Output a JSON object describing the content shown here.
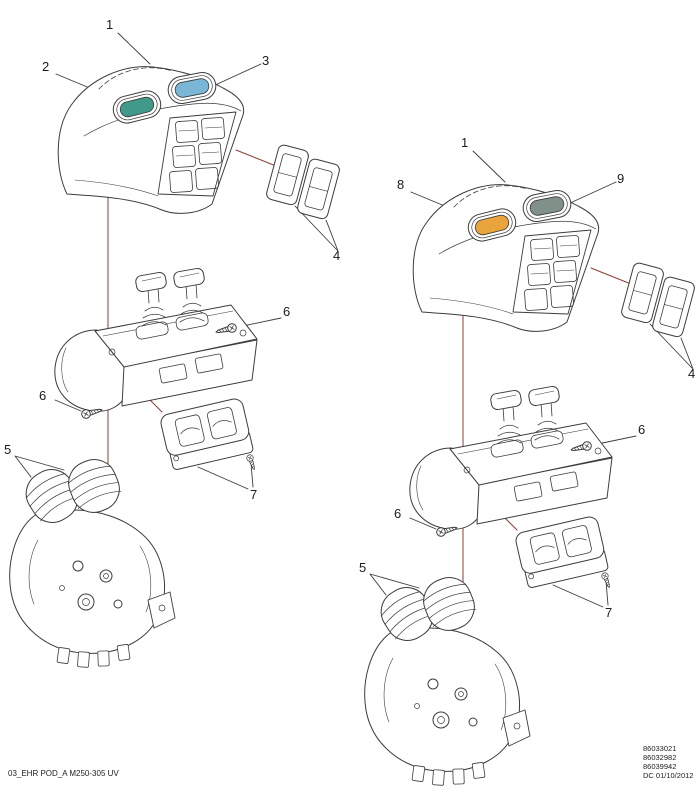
{
  "footer": {
    "drawing_label": "03_EHR POD_A M250-305 UV",
    "part_numbers": [
      "86033021",
      "86032982",
      "86039942"
    ],
    "revision_date": "DC 01/10/2012"
  },
  "left_assembly": {
    "callouts": {
      "c1": "1",
      "c2": "2",
      "c3": "3",
      "c4": "4",
      "c5": "5",
      "c6_upper": "6",
      "c6_lower": "6",
      "c7": "7"
    },
    "button_left_color": "#41998a",
    "button_right_color": "#7ab6d6"
  },
  "right_assembly": {
    "callouts": {
      "c1": "1",
      "c8": "8",
      "c9": "9",
      "c4": "4",
      "c5": "5",
      "c6_upper": "6",
      "c6_lower": "6",
      "c7": "7"
    },
    "button_left_color": "#e9a43e",
    "button_right_color": "#80918a"
  },
  "colors": {
    "line": "#3c3c3c",
    "connector_line": "#8e3e36",
    "background": "#ffffff"
  }
}
